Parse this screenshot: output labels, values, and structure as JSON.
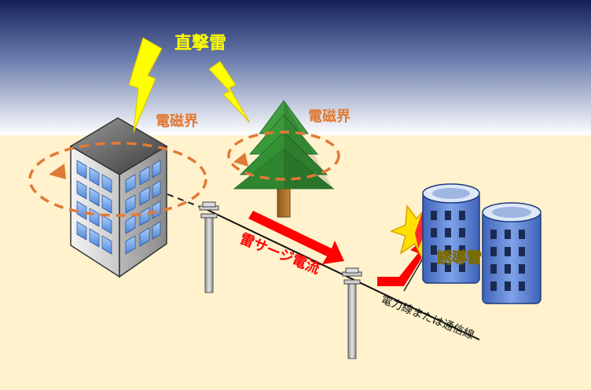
{
  "labels": {
    "direct_strike": "直撃雷",
    "em_field_left": "電磁界",
    "em_field_right": "電磁界",
    "surge_current": "雷サージ電流",
    "induced_strike": "誘導雷",
    "power_line": "電力線または通信線"
  },
  "colors": {
    "sky_top": "#1b2a63",
    "sky_bottom": "#ffffff",
    "ground": "#fff2cc",
    "lightning": "#ffff00",
    "em_field": "#e07a36",
    "surge": "#ff0000",
    "tree": "#3a9a3a",
    "building_window": "#6ea6e8"
  },
  "icons": {
    "lightning": "lightning-bolt-icon",
    "tree": "tree-icon",
    "building": "building-icon",
    "pole": "utility-pole-icon",
    "spark": "spark-icon"
  }
}
